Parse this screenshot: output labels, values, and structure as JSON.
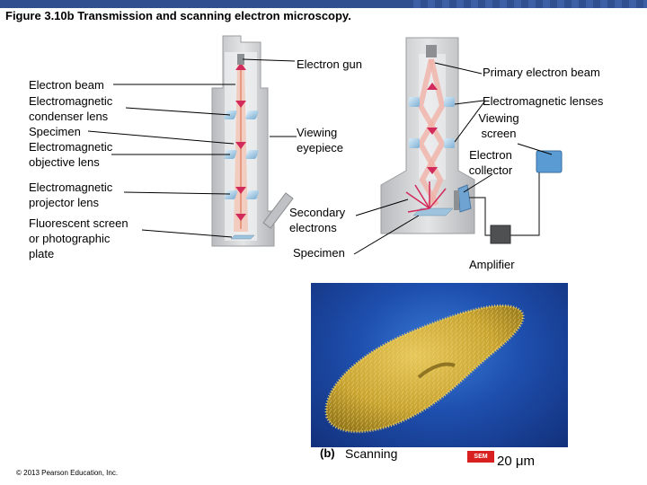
{
  "title": "Figure 3.10b Transmission and scanning electron microscopy.",
  "tem_labels": {
    "electron_beam": "Electron beam",
    "condenser_lens": "Electromagnetic\ncondenser lens",
    "specimen": "Specimen",
    "objective_lens": "Electromagnetic\nobjective lens",
    "projector_lens": "Electromagnetic\nprojector lens",
    "fluorescent_screen": "Fluorescent screen\nor photographic\nplate",
    "electron_gun": "Electron gun",
    "viewing_eyepiece": "Viewing\neyepiece"
  },
  "sem_labels": {
    "primary_beam": "Primary electron beam",
    "lenses": "Electromagnetic lenses",
    "viewing_screen": "Viewing\nscreen",
    "electron_collector": "Electron\ncollector",
    "secondary_electrons": "Secondary\nelectrons",
    "specimen": "Specimen",
    "amplifier": "Amplifier"
  },
  "photo": {
    "panel_letter": "(b)",
    "caption": "Scanning",
    "badge": "SEM",
    "scale": "20 μm"
  },
  "copyright": "© 2013 Pearson Education, Inc.",
  "colors": {
    "instrument": "#c9cbcd",
    "beam": "#e8b3a0",
    "arrow": "#d22a5a",
    "lens": "#9ec3dc",
    "organism": "#c9a431",
    "background_photo": "#1e4fae"
  }
}
